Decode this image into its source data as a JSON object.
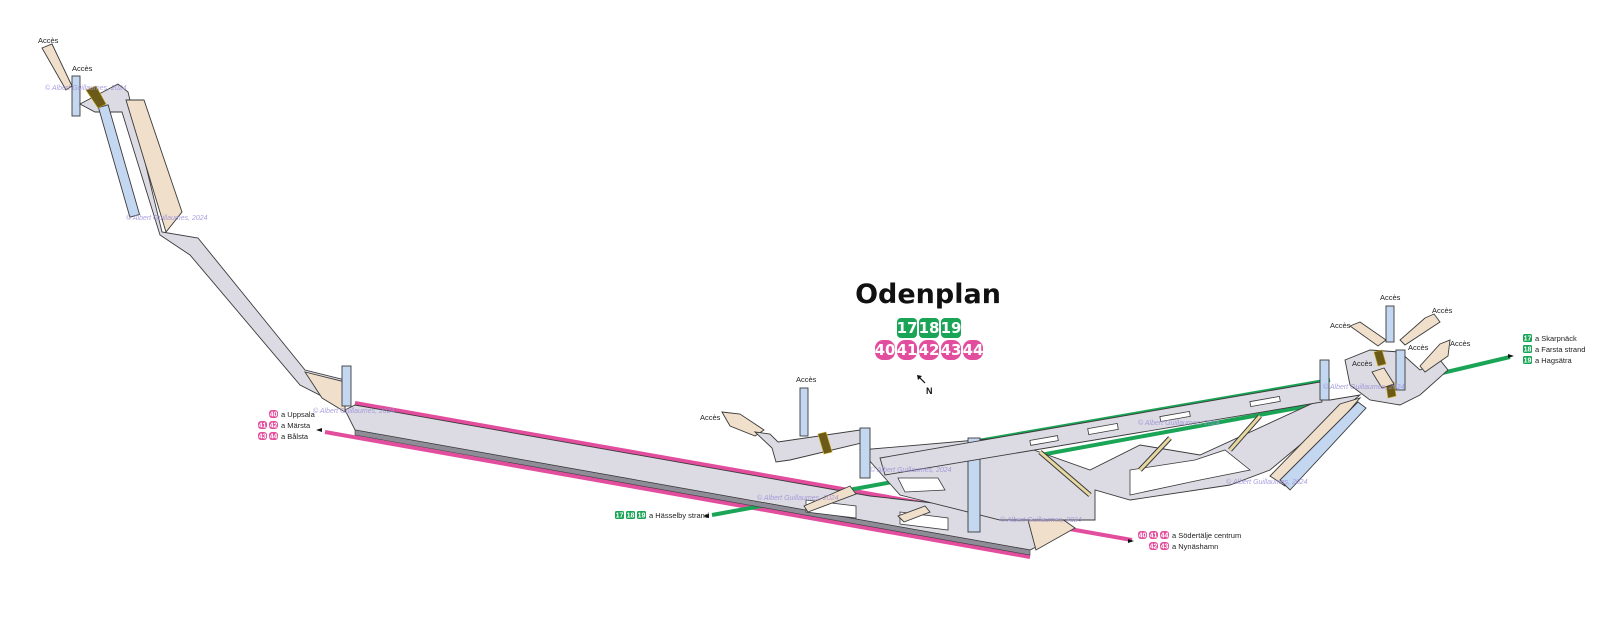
{
  "station": {
    "name": "Odenplan",
    "green_lines": [
      "17",
      "18",
      "19"
    ],
    "pink_lines": [
      "40",
      "41",
      "42",
      "43",
      "44"
    ],
    "north": "N"
  },
  "colors": {
    "green": "#1aa556",
    "pink": "#e24e9d",
    "corridor": "#dcdbe3",
    "wall": "#f0dfcb",
    "pillar": "#c4d7f1"
  },
  "access_label": "Accès",
  "watermark": "© Albert Guillaumes, 2024",
  "destinations": {
    "west_pink": [
      {
        "lines": [
          "40"
        ],
        "text": "a Uppsala"
      },
      {
        "lines": [
          "41",
          "42"
        ],
        "text": "a Märsta"
      },
      {
        "lines": [
          "43",
          "44"
        ],
        "text": "a Bålsta"
      }
    ],
    "west_green": {
      "lines": [
        "17",
        "18",
        "19"
      ],
      "text": "a Hässelby strand"
    },
    "east_pink": [
      {
        "lines": [
          "40",
          "41",
          "44"
        ],
        "text": "a Södertälje centrum"
      },
      {
        "lines": [
          "42",
          "43"
        ],
        "text": "a Nynäshamn"
      }
    ],
    "east_green": [
      {
        "lines": [
          "17"
        ],
        "text": "a Skarpnäck"
      },
      {
        "lines": [
          "18"
        ],
        "text": "a Farsta strand"
      },
      {
        "lines": [
          "19"
        ],
        "text": "a Hagsätra"
      }
    ]
  }
}
